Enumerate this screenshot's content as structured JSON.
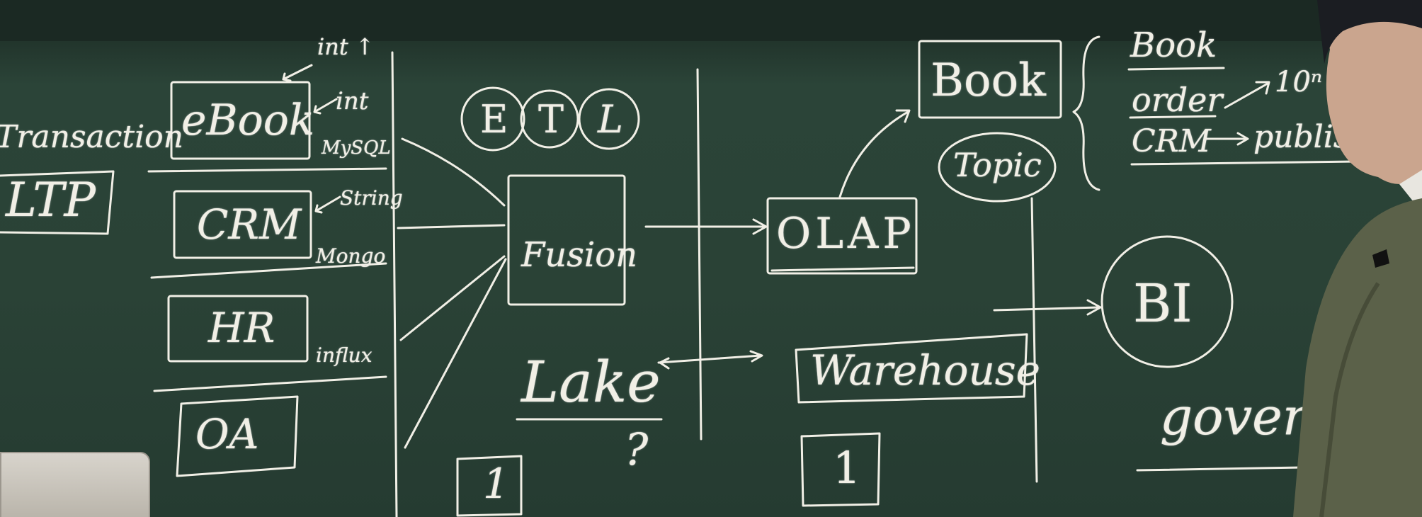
{
  "board": {
    "left_list": {
      "transaction": "Transaction",
      "oltp": "LTP",
      "items": [
        "eBook",
        "CRM",
        "HR",
        "OA"
      ],
      "annotations": [
        "int ↑",
        "int",
        "MySQL",
        "String",
        "Mongo",
        "influx"
      ]
    },
    "etl": [
      "E",
      "T",
      "L"
    ],
    "fusion": "Fusion",
    "olap": "OLAP",
    "lake": "Lake",
    "lake_question": "?",
    "warehouse": "Warehouse",
    "box_one_left": "1",
    "box_one_right": "1",
    "book": "Book",
    "topic": "Topic",
    "bi": "BI",
    "governance": "governa",
    "right_notes": [
      "Book",
      "order",
      "CRM",
      "10ⁿ",
      "publish"
    ]
  },
  "colors": {
    "chalkboard": "#2a4236",
    "chalk": "#f1efe6"
  }
}
